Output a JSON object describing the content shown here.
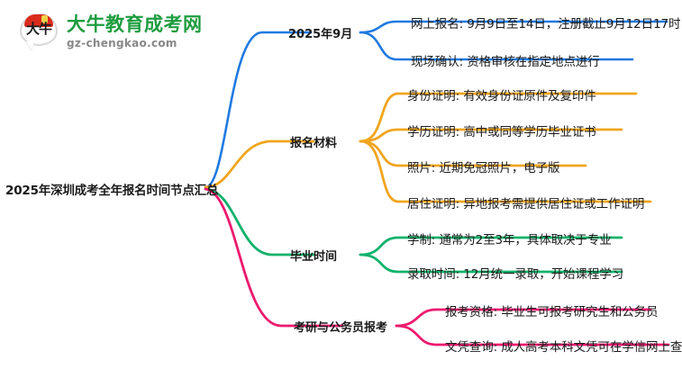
{
  "logo": {
    "mark_text": "大牛",
    "title": "大牛教育成考网",
    "subtitle": "gz-chengkao.com",
    "brand_color": "#1e9c3f",
    "cap_color": "#d92b1c"
  },
  "mindmap": {
    "root": {
      "label": "2025年深圳成考全年报名时间节点汇总"
    },
    "branches": [
      {
        "label": "2025年9月",
        "color": "#1f7ae0",
        "children": [
          {
            "label": "网上报名: 9月9日至14日，注册截止9月12日17时"
          },
          {
            "label": "现场确认: 资格审核在指定地点进行"
          }
        ]
      },
      {
        "label": "报名材料",
        "color": "#f0a51e",
        "children": [
          {
            "label": "身份证明: 有效身份证原件及复印件"
          },
          {
            "label": "学历证明: 高中或同等学历毕业证书"
          },
          {
            "label": "照片: 近期免冠照片，电子版"
          },
          {
            "label": "居住证明: 异地报考需提供居住证或工作证明"
          }
        ]
      },
      {
        "label": "毕业时间",
        "color": "#11b26b",
        "children": [
          {
            "label": "学制: 通常为2至3年，具体取决于专业"
          },
          {
            "label": "录取时间: 12月统一录取，开始课程学习"
          }
        ]
      },
      {
        "label": "考研与公务员报考",
        "color": "#ed1a6e",
        "children": [
          {
            "label": "报考资格: 毕业生可报考研究生和公务员"
          },
          {
            "label": "文凭查询: 成人高考本科文凭可在学信网上查"
          }
        ]
      }
    ]
  }
}
